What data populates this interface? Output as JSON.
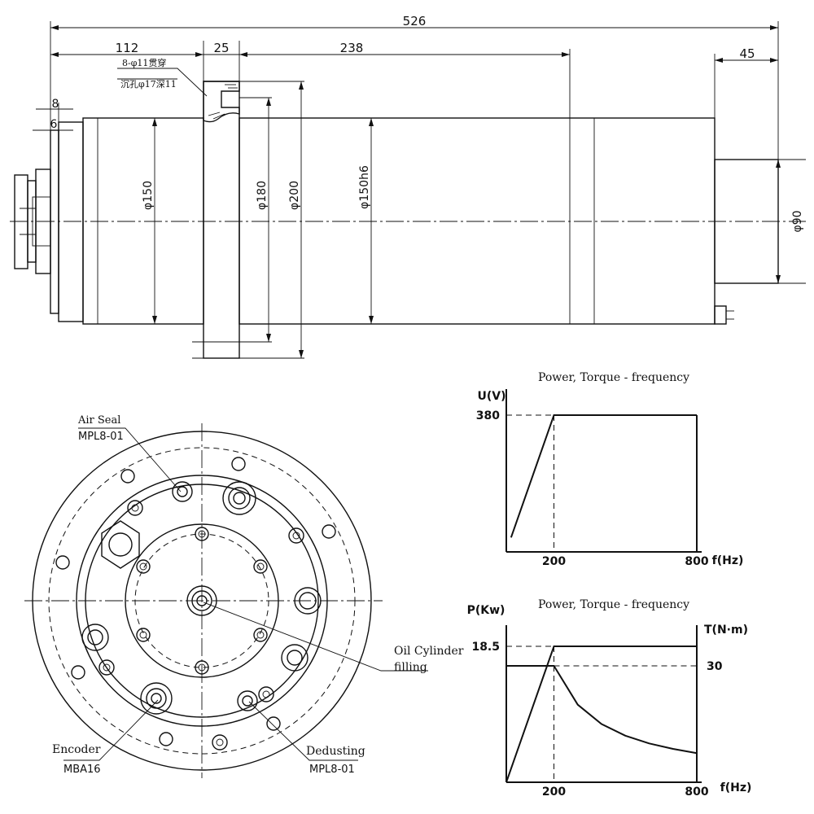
{
  "dimensions": {
    "overall_length": "526",
    "front_length": "112",
    "flange_width": "25",
    "body_length": "238",
    "rear_length": "45",
    "nose_8": "8",
    "nose_6": "6",
    "dia_150": "φ150",
    "dia_180": "φ180",
    "dia_200": "φ200",
    "dia_150h6": "φ150h6",
    "dia_90": "φ90"
  },
  "hole_note": {
    "line1": "8-φ11贯穿",
    "line2": "沉孔φ17深11"
  },
  "ports": {
    "air_seal": {
      "label": "Air Seal",
      "code": "MPL8-01"
    },
    "oil": {
      "line1": "Oil Cylinder",
      "line2": "filling"
    },
    "encoder": {
      "label": "Encoder",
      "code": "MBA16"
    },
    "dedusting": {
      "label": "Dedusting",
      "code": "MPL8-01"
    }
  },
  "chart_data": [
    {
      "type": "line",
      "title": "Power, Torque - frequency",
      "xlabel": "f(Hz)",
      "ylabel": "U(V)",
      "xticks": [
        "200",
        "800"
      ],
      "yticks": [
        "380"
      ],
      "series": [
        {
          "points": [
            [
              20,
              40
            ],
            [
              200,
              380
            ],
            [
              800,
              380
            ]
          ]
        }
      ]
    },
    {
      "type": "line",
      "title": "Power, Torque - frequency",
      "xlabel": "f(Hz)",
      "ylabel": "P(Kw)",
      "y2label": "T(N·m)",
      "xticks": [
        "200",
        "800"
      ],
      "yticks": [
        "18.5"
      ],
      "y2ticks": [
        "30"
      ],
      "series": [
        {
          "points": [
            [
              0,
              0
            ],
            [
              200,
              18.5
            ],
            [
              800,
              18.5
            ]
          ]
        },
        {
          "points": [
            [
              0,
              30
            ],
            [
              200,
              30
            ],
            [
              300,
              20
            ],
            [
              400,
              15
            ],
            [
              500,
              12
            ],
            [
              600,
              10
            ],
            [
              700,
              8.6
            ],
            [
              800,
              7.5
            ]
          ]
        }
      ]
    }
  ]
}
